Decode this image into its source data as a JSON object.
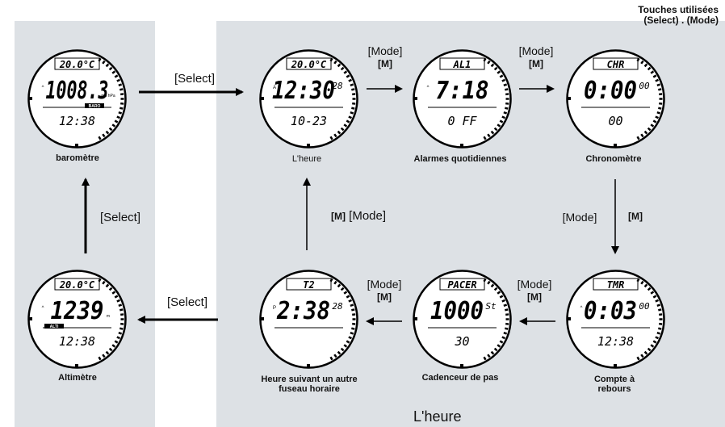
{
  "touches": {
    "line1": "Touches utilisées",
    "line2": "(Select) . (Mode)"
  },
  "bottom_title": "L'heure",
  "watches": [
    {
      "key": "barometre",
      "label": "baromètre",
      "top": "20.0°C",
      "main": "1008.3",
      "sub": "12:38",
      "unit": "mb hPa",
      "tag": "BARO",
      "dot": "^"
    },
    {
      "key": "heure",
      "label": "L'heure",
      "top": "20.0°C",
      "main": "12:30",
      "sec": "28",
      "sub": "10-23",
      "dot": "A"
    },
    {
      "key": "alarmes",
      "label": "Alarmes quotidiennes",
      "top": "AL1",
      "main": "7:18",
      "sub": "0 FF",
      "dot": "^"
    },
    {
      "key": "chrono",
      "label": "Chronomètre",
      "top": "CHR",
      "main": "0:00",
      "sec": "00",
      "sub": "00"
    },
    {
      "key": "altimetre",
      "label": "Altimètre",
      "top": "20.0°C",
      "main": "1239",
      "sub": "12:38",
      "unit": "m",
      "tag": "ALTI",
      "dot": "^"
    },
    {
      "key": "fuseau",
      "label": "Heure suivant un autre fuseau horaire",
      "top": "T2",
      "main": "2:38",
      "sec": "28",
      "dot": "P"
    },
    {
      "key": "cadence",
      "label": "Cadenceur de pas",
      "top": "PACER",
      "main": "1000",
      "sec": "St",
      "sub": "30"
    },
    {
      "key": "rebours",
      "label": "Compte à rebours",
      "top": "TMR",
      "main": "0:03",
      "sec": "00",
      "sub": "12:38",
      "dot": "^"
    }
  ],
  "arrow_labels": {
    "select_top": "[Select]",
    "select_left": "[Select]",
    "select_bottom": "[Select]",
    "mode_m_1_a": "[Mode]",
    "mode_m_1_b": "[M]",
    "mode_m_2_a": "[Mode]",
    "mode_m_2_b": "[M]",
    "mode_right_a": "[Mode]",
    "mode_right_b": "[M]",
    "mode_b1_a": "[Mode]",
    "mode_b1_b": "[M]",
    "mode_b2_a": "[Mode]",
    "mode_b2_b": "[M]",
    "m_mode_up_a": "[M]",
    "m_mode_up_b": "[Mode]"
  }
}
